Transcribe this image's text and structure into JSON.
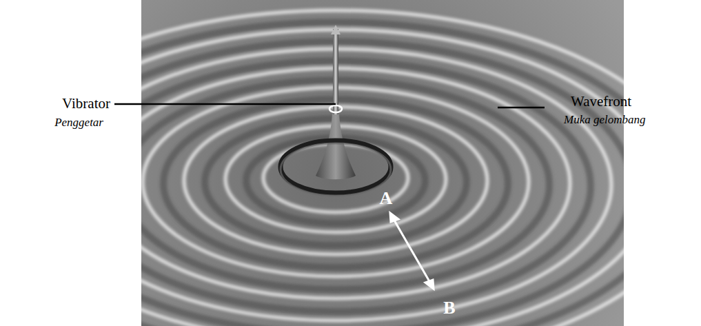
{
  "diagram": {
    "labels": [
      "Vibrator",
      "Penggetar",
      "Wavefront",
      "Muka gelombang",
      "A",
      "B"
    ]
  }
}
